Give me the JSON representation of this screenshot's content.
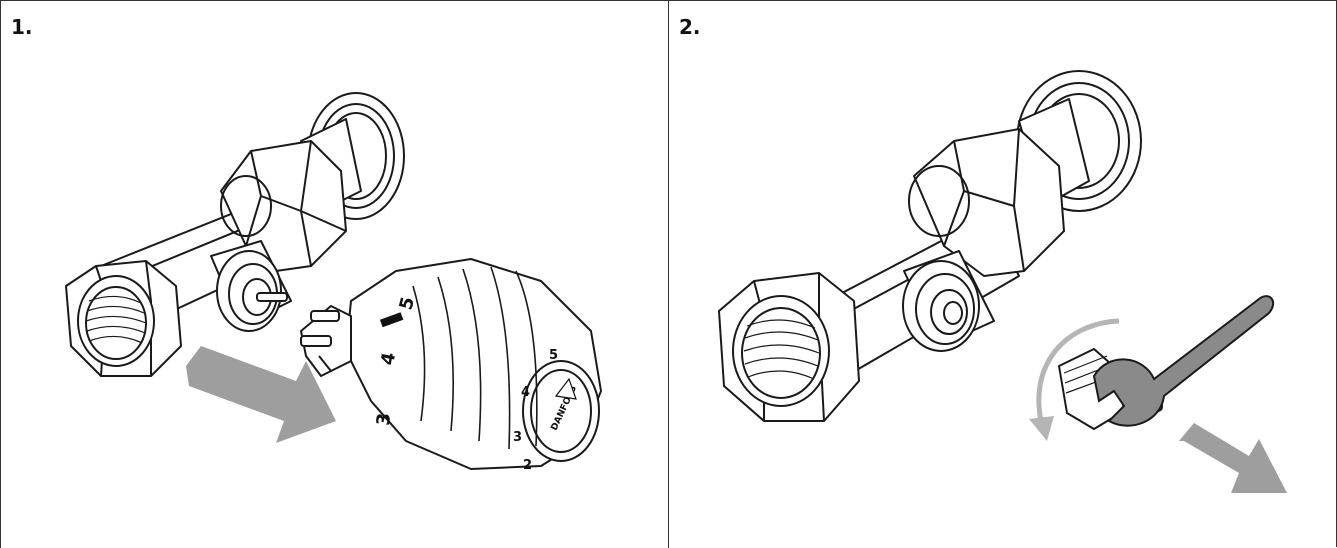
{
  "panels": [
    {
      "step": "1.",
      "dial": {
        "big_ticks": [
          "5",
          "4",
          "3"
        ],
        "small_ticks": [
          "5",
          "4",
          "3",
          "2"
        ],
        "brand": "DANFOSS"
      }
    },
    {
      "step": "2."
    }
  ],
  "colors": {
    "arrow": "#9e9e9e",
    "line": "#1a1a1a",
    "wrench": "#8a8a8a",
    "curved_arrow": "#b5b5b5"
  }
}
